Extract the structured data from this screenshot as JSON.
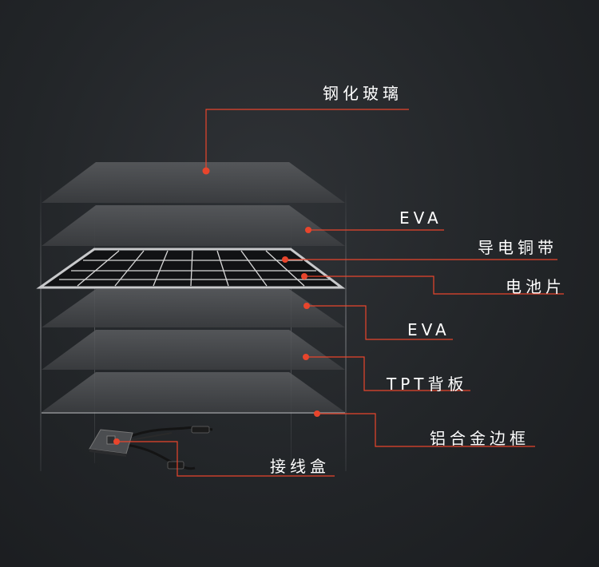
{
  "diagram": {
    "accent_color": "#e8452c",
    "layers": [
      {
        "id": "tempered-glass",
        "label": "钢化玻璃"
      },
      {
        "id": "eva-top",
        "label": "EVA"
      },
      {
        "id": "copper-ribbon",
        "label": "导电铜带"
      },
      {
        "id": "solar-cell",
        "label": "电池片"
      },
      {
        "id": "eva-bottom",
        "label": "EVA"
      },
      {
        "id": "tpt-backsheet",
        "label": "TPT背板"
      },
      {
        "id": "aluminum-frame",
        "label": "铝合金边框"
      },
      {
        "id": "junction-box",
        "label": "接线盒"
      }
    ]
  }
}
